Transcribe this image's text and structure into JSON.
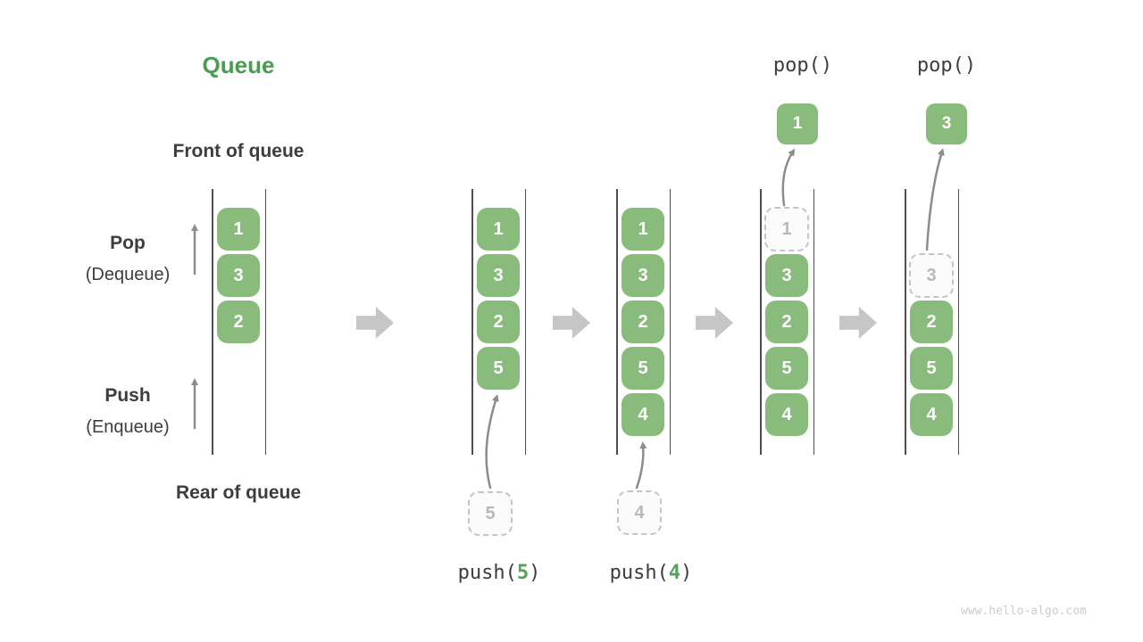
{
  "title": "Queue",
  "watermark": "www.hello-algo.com",
  "side_labels": {
    "front_of_queue": "Front of queue",
    "rear_of_queue": "Rear of queue",
    "pop": "Pop",
    "pop_alias": "(Dequeue)",
    "push": "Push",
    "push_alias": "(Enqueue)"
  },
  "ops": {
    "push5": {
      "prefix": "push(",
      "arg": "5",
      "suffix": ")"
    },
    "push4": {
      "prefix": "push(",
      "arg": "4",
      "suffix": ")"
    },
    "pop1": "pop()",
    "pop2": "pop()"
  },
  "stages": [
    {
      "slots": [
        "1",
        "3",
        "2"
      ]
    },
    {
      "slots": [
        "1",
        "3",
        "2",
        "5"
      ],
      "incoming_value": "5"
    },
    {
      "slots": [
        "1",
        "3",
        "2",
        "5",
        "4"
      ],
      "incoming_value": "4"
    },
    {
      "ghost_value": "1",
      "slots": [
        "3",
        "2",
        "5",
        "4"
      ],
      "popped_value": "1"
    },
    {
      "ghost_value": "3",
      "slots": [
        "2",
        "5",
        "4"
      ],
      "popped_value": "3"
    }
  ],
  "colors": {
    "accent-green": "#4a9d50",
    "arg-green": "#55a159",
    "item-green": "#89bc7c",
    "item-text": "#ffffff",
    "rail": "#4f4f4f",
    "flow-arrow": "#c6c6c6",
    "curve-arrow": "#8c8c8c",
    "dashed-border": "#c4c4c4",
    "dashed-text": "#b9b9b9",
    "dark-text": "#3d3d3d",
    "watermark": "#cccccc"
  }
}
